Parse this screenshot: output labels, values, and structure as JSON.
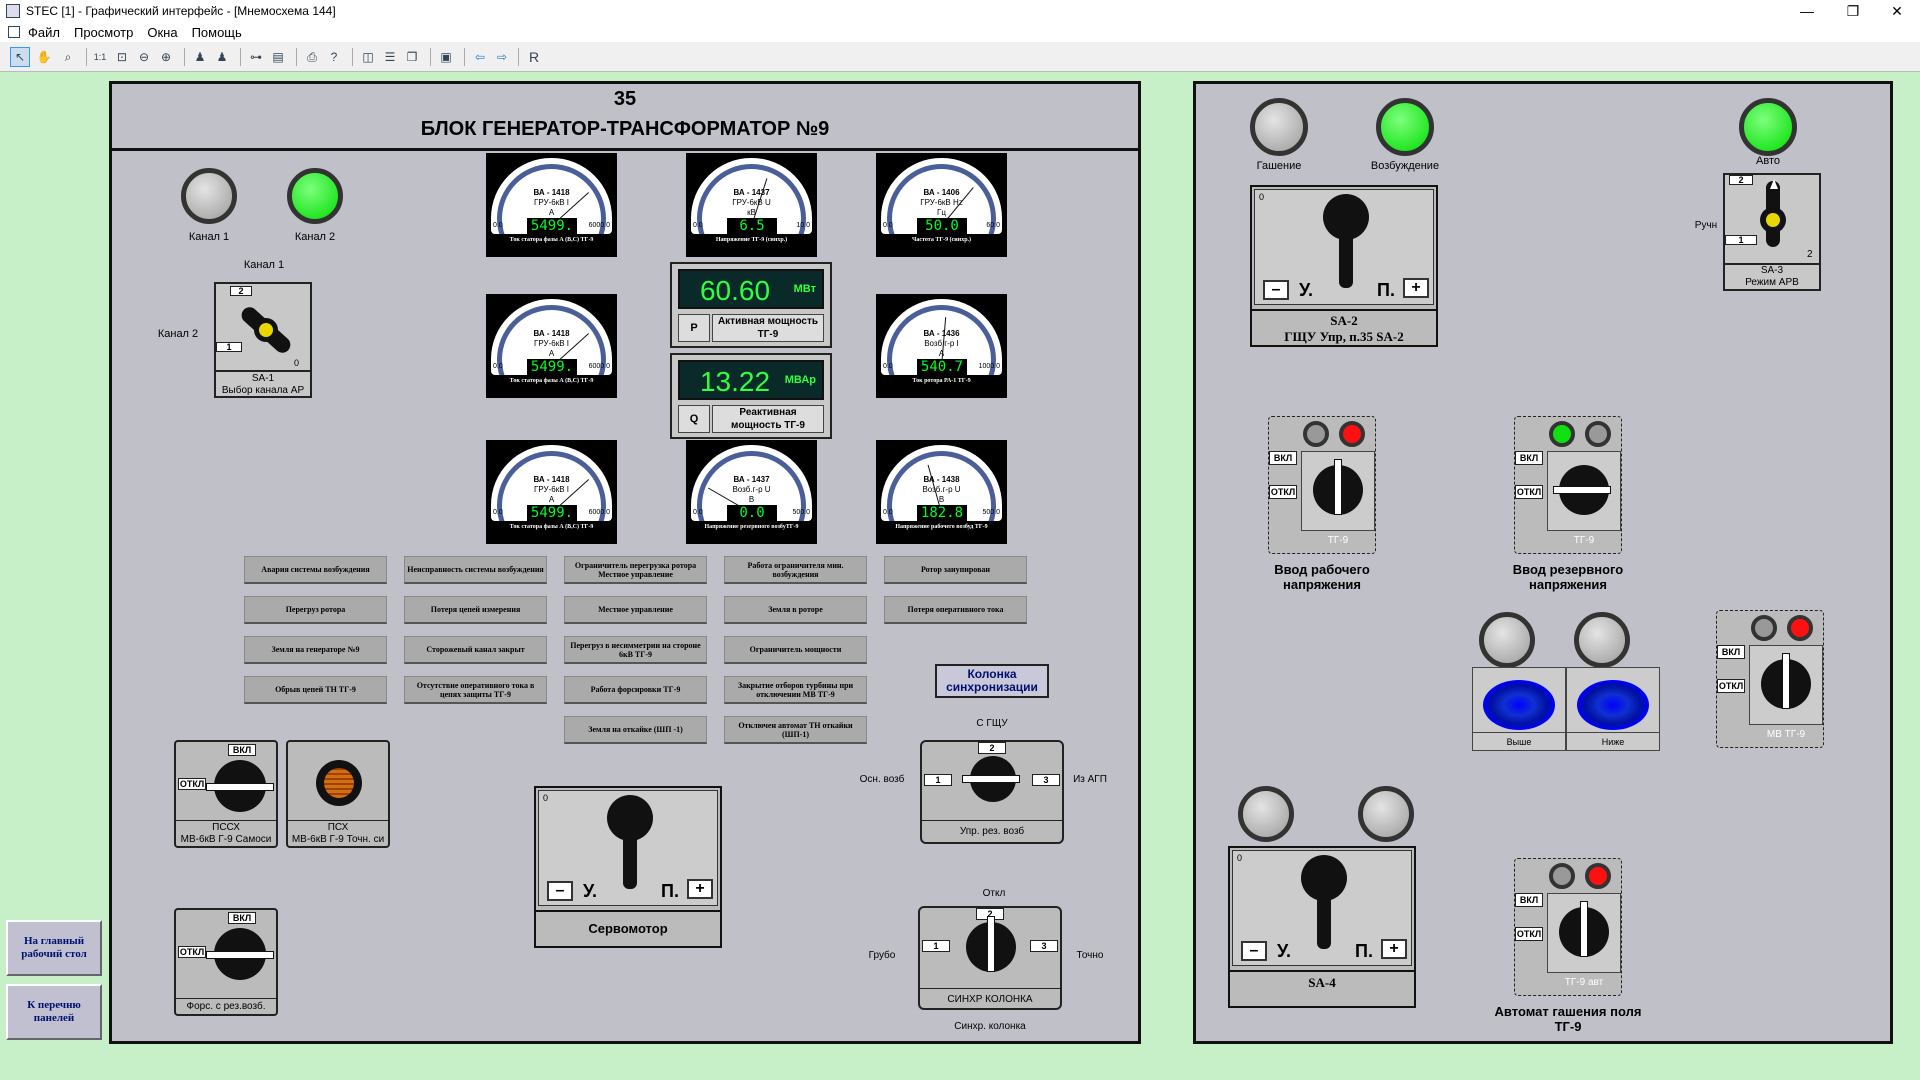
{
  "window": {
    "title": "STEC [1] - Графический интерфейс - [Мнемосхема 144]",
    "min": "—",
    "max": "❐",
    "close": "✕"
  },
  "menu": [
    "Файл",
    "Просмотр",
    "Окна",
    "Помощь"
  ],
  "mdi": {
    "min": "–",
    "restore": "❐",
    "close": "✕"
  },
  "left_panel": {
    "number": "35",
    "title": "БЛОК ГЕНЕРАТОР-ТРАНСФОРМАТОР №9",
    "lamps": {
      "ch1": "Канал 1",
      "ch2": "Канал 2"
    },
    "sa1": {
      "top": "Канал 1",
      "left": "Канал 2",
      "pos2": "2",
      "pos1": "1",
      "pos0": "0",
      "name": "SA-1",
      "desc": "Выбор канала АР"
    },
    "meters": [
      {
        "id": "m1",
        "model": "ВА - 1418",
        "scale": "ГРУ-6кВ  I",
        "unit": "A",
        "min": "0.0",
        "max": "6000.0",
        "value": "5499.",
        "caption": "Ток статора  фазы А (В,С) ТГ-9",
        "needle": 0.9
      },
      {
        "id": "m2",
        "model": "ВА - 1437",
        "scale": "ГРУ-6кВ  U",
        "unit": "кВ",
        "min": "0.0",
        "max": "10.0",
        "value": "6.5",
        "caption": "Напряжение ТГ-9 (синхр.)",
        "needle": 0.65
      },
      {
        "id": "m3",
        "model": "ВА - 1406",
        "scale": "ГРУ-6кВ  Hz",
        "unit": "Гц",
        "min": "0.0",
        "max": "60.0",
        "value": "50.0",
        "caption": "Частота ТГ-9 (синхр.)",
        "needle": 0.83
      },
      {
        "id": "m4",
        "model": "ВА - 1418",
        "scale": "ГРУ-6кВ  I",
        "unit": "A",
        "min": "0.0",
        "max": "6000.0",
        "value": "5499.",
        "caption": "Ток статора  фазы А (В,С) ТГ-9",
        "needle": 0.9
      },
      {
        "id": "m5",
        "model": "ВА - 1436",
        "scale": "Возб.г-р  I",
        "unit": "A",
        "min": "0.0",
        "max": "1000.0",
        "value": "540.7",
        "caption": "Ток ротора РА-1 ТГ-9",
        "needle": 0.54
      },
      {
        "id": "m6",
        "model": "ВА - 1418",
        "scale": "ГРУ-6кВ  I",
        "unit": "A",
        "min": "0.0",
        "max": "6000.0",
        "value": "5499.",
        "caption": "Ток статора  фазы А (В,С) ТГ-9",
        "needle": 0.9
      },
      {
        "id": "m7",
        "model": "ВА - 1437",
        "scale": "Возб.г-р  U",
        "unit": "В",
        "min": "0.0",
        "max": "500.0",
        "value": "0.0",
        "caption": "Напряжение резервного возбуТГ-9",
        "needle": 0.0
      },
      {
        "id": "m8",
        "model": "ВА - 1438",
        "scale": "Возб.г-р  U",
        "unit": "В",
        "min": "0.0",
        "max": "500.0",
        "value": "182.8",
        "caption": "Напряжение рабочего возбуд ТГ-9",
        "needle": 0.37
      }
    ],
    "active_power": {
      "value": "60.60",
      "unit": "МВт",
      "code": "P",
      "name": "Активная мощность ТГ-9"
    },
    "reactive_power": {
      "value": "13.22",
      "unit": "МВАр",
      "code": "Q",
      "name": "Реактивная мощность ТГ-9"
    },
    "alarms": [
      [
        "Авария системы возбуждения",
        "Неисправность системы возбуждения",
        "Ограничитель перегрузка ротора Местное управление",
        "Работа ограничителя мин. возбуждения",
        "Ротор заиупирован"
      ],
      [
        "Перегруз ротора",
        "Потеря цепей измерения",
        "Местное управление",
        "Земля в роторе",
        "Потеря оперативного тока"
      ],
      [
        "Земля на генераторе №9",
        "Сторожевый канал закрыт",
        "Перегруз в несимметрии на стороне 6кВ ТГ-9",
        "Ограничитель мощности",
        ""
      ],
      [
        "Обрыв цепей ТН ТГ-9",
        "Отсутствие оперативного тока в цепях защиты ТГ-9",
        "Работа форсировки ТГ-9",
        "Закрытие отборов турбины при отключении МВ ТГ-9",
        ""
      ],
      [
        "",
        "",
        "Земля на откайке (ШП -1)",
        "Отключен автомат ТН откайки (ШП-1)",
        ""
      ]
    ],
    "sync_btn": "Колонка синхронизации",
    "pssx": {
      "on": "ВКЛ",
      "off": "ОТКЛ",
      "name": "ПССХ",
      "desc": "МВ-6кВ Г-9 Самоси"
    },
    "psx": {
      "name": "ПСХ",
      "desc": "МВ-6кВ Г-9 Точн. си"
    },
    "fors": {
      "on": "ВКЛ",
      "off": "ОТКЛ",
      "desc": "Форс. с рез.возб."
    },
    "servo": {
      "zero": "0",
      "minus": "–",
      "plus": "+",
      "u": "У.",
      "p": "П.",
      "name": "Сервомотор"
    },
    "upr_rez": {
      "top": "С ГЩУ",
      "left": "Осн. возб",
      "right": "Из АГП",
      "p1": "1",
      "p2": "2",
      "p3": "3",
      "name": "Упр. рез. возб"
    },
    "sinhr": {
      "top": "Откл",
      "left": "Грубо",
      "right": "Точно",
      "p1": "1",
      "p2": "2",
      "p3": "3",
      "name": "СИНХР КОЛОНКА",
      "below": "Синхр. колонка"
    }
  },
  "nav": {
    "home": "На главный рабочий стол",
    "list": "К перечню панелей"
  },
  "right_panel": {
    "lamps": {
      "gash": "Гашение",
      "vozb": "Возбуждение",
      "auto": "Авто"
    },
    "sa2": {
      "zero": "0",
      "minus": "–",
      "plus": "+",
      "u": "У.",
      "p": "П.",
      "name": "SA-2",
      "desc": "ГЩУ Упр, п.35 SA-2"
    },
    "sa3": {
      "left": "Ручн",
      "p2": "2",
      "p1": "1",
      "p2b": "2",
      "name": "SA-3",
      "desc": "Режим АРВ"
    },
    "work": {
      "on": "ВКЛ",
      "off": "ОТКЛ",
      "cap": "ТГ-9",
      "desc": "Ввод рабочего напряжения"
    },
    "res": {
      "on": "ВКЛ",
      "off": "ОТКЛ",
      "cap": "ТГ-9",
      "desc": "Ввод резервного напряжения"
    },
    "up": "Выше",
    "down": "Ниже",
    "mv": {
      "on": "ВКЛ",
      "off": "ОТКЛ",
      "cap": "МВ ТГ-9"
    },
    "sa4": {
      "zero": "0",
      "minus": "–",
      "plus": "+",
      "u": "У.",
      "p": "П.",
      "name": "SA-4"
    },
    "agp": {
      "on": "ВКЛ",
      "off": "ОТКЛ",
      "cap": "ТГ-9 авт",
      "desc": "Автомат гашения поля ТГ-9"
    }
  },
  "colors": {
    "bg": "#c8f0c8",
    "panel": "#c0c0c8",
    "lamp_on": "#00dd00",
    "led_red": "#ff1010",
    "digits": "#30ff40",
    "button_blue": "#0000ff"
  }
}
